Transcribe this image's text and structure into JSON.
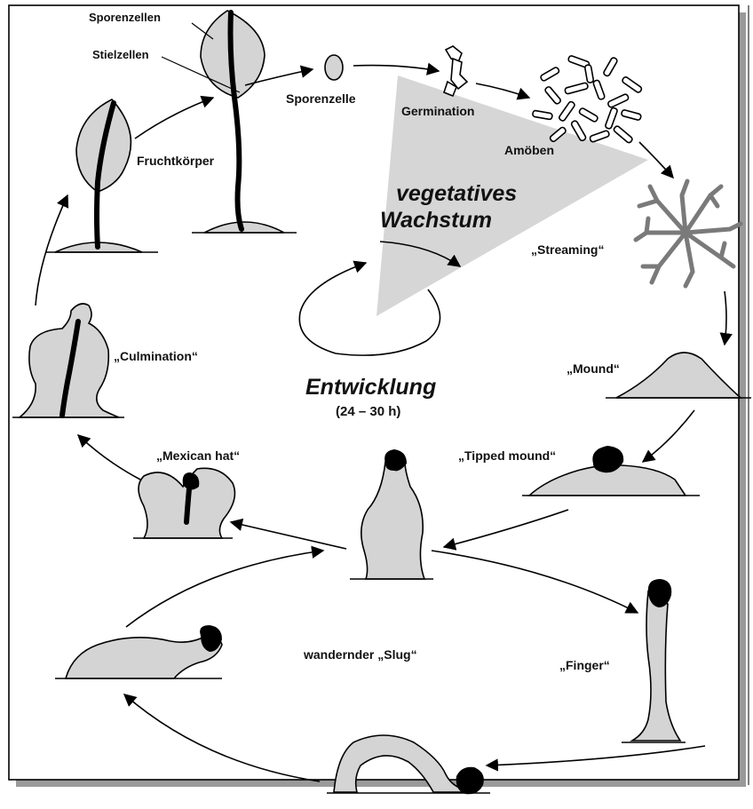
{
  "labels": {
    "sporenzellen": "Sporenzellen",
    "stielzellen": "Stielzellen",
    "fruchtkoerper": "Fruchtkörper",
    "sporenzelle": "Sporenzelle",
    "germination": "Germination",
    "amoeben": "Amöben",
    "vegetatives": "vegetatives",
    "wachstum": "Wachstum",
    "streaming": "„Streaming“",
    "culmination": "„Culmination“",
    "mound": "„Mound“",
    "entwicklung": "Entwicklung",
    "duration": "(24 – 30 h)",
    "mexican_hat": "„Mexican hat“",
    "tipped_mound": "„Tipped mound“",
    "slug": "wandernder „Slug“",
    "finger": "„Finger“"
  },
  "colors": {
    "cell_fill": "#d4d4d4",
    "wedge_fill": "#d6d6d6",
    "streaming_gray": "#7a7a7a",
    "frame_shadow": "#9a9a9a"
  }
}
